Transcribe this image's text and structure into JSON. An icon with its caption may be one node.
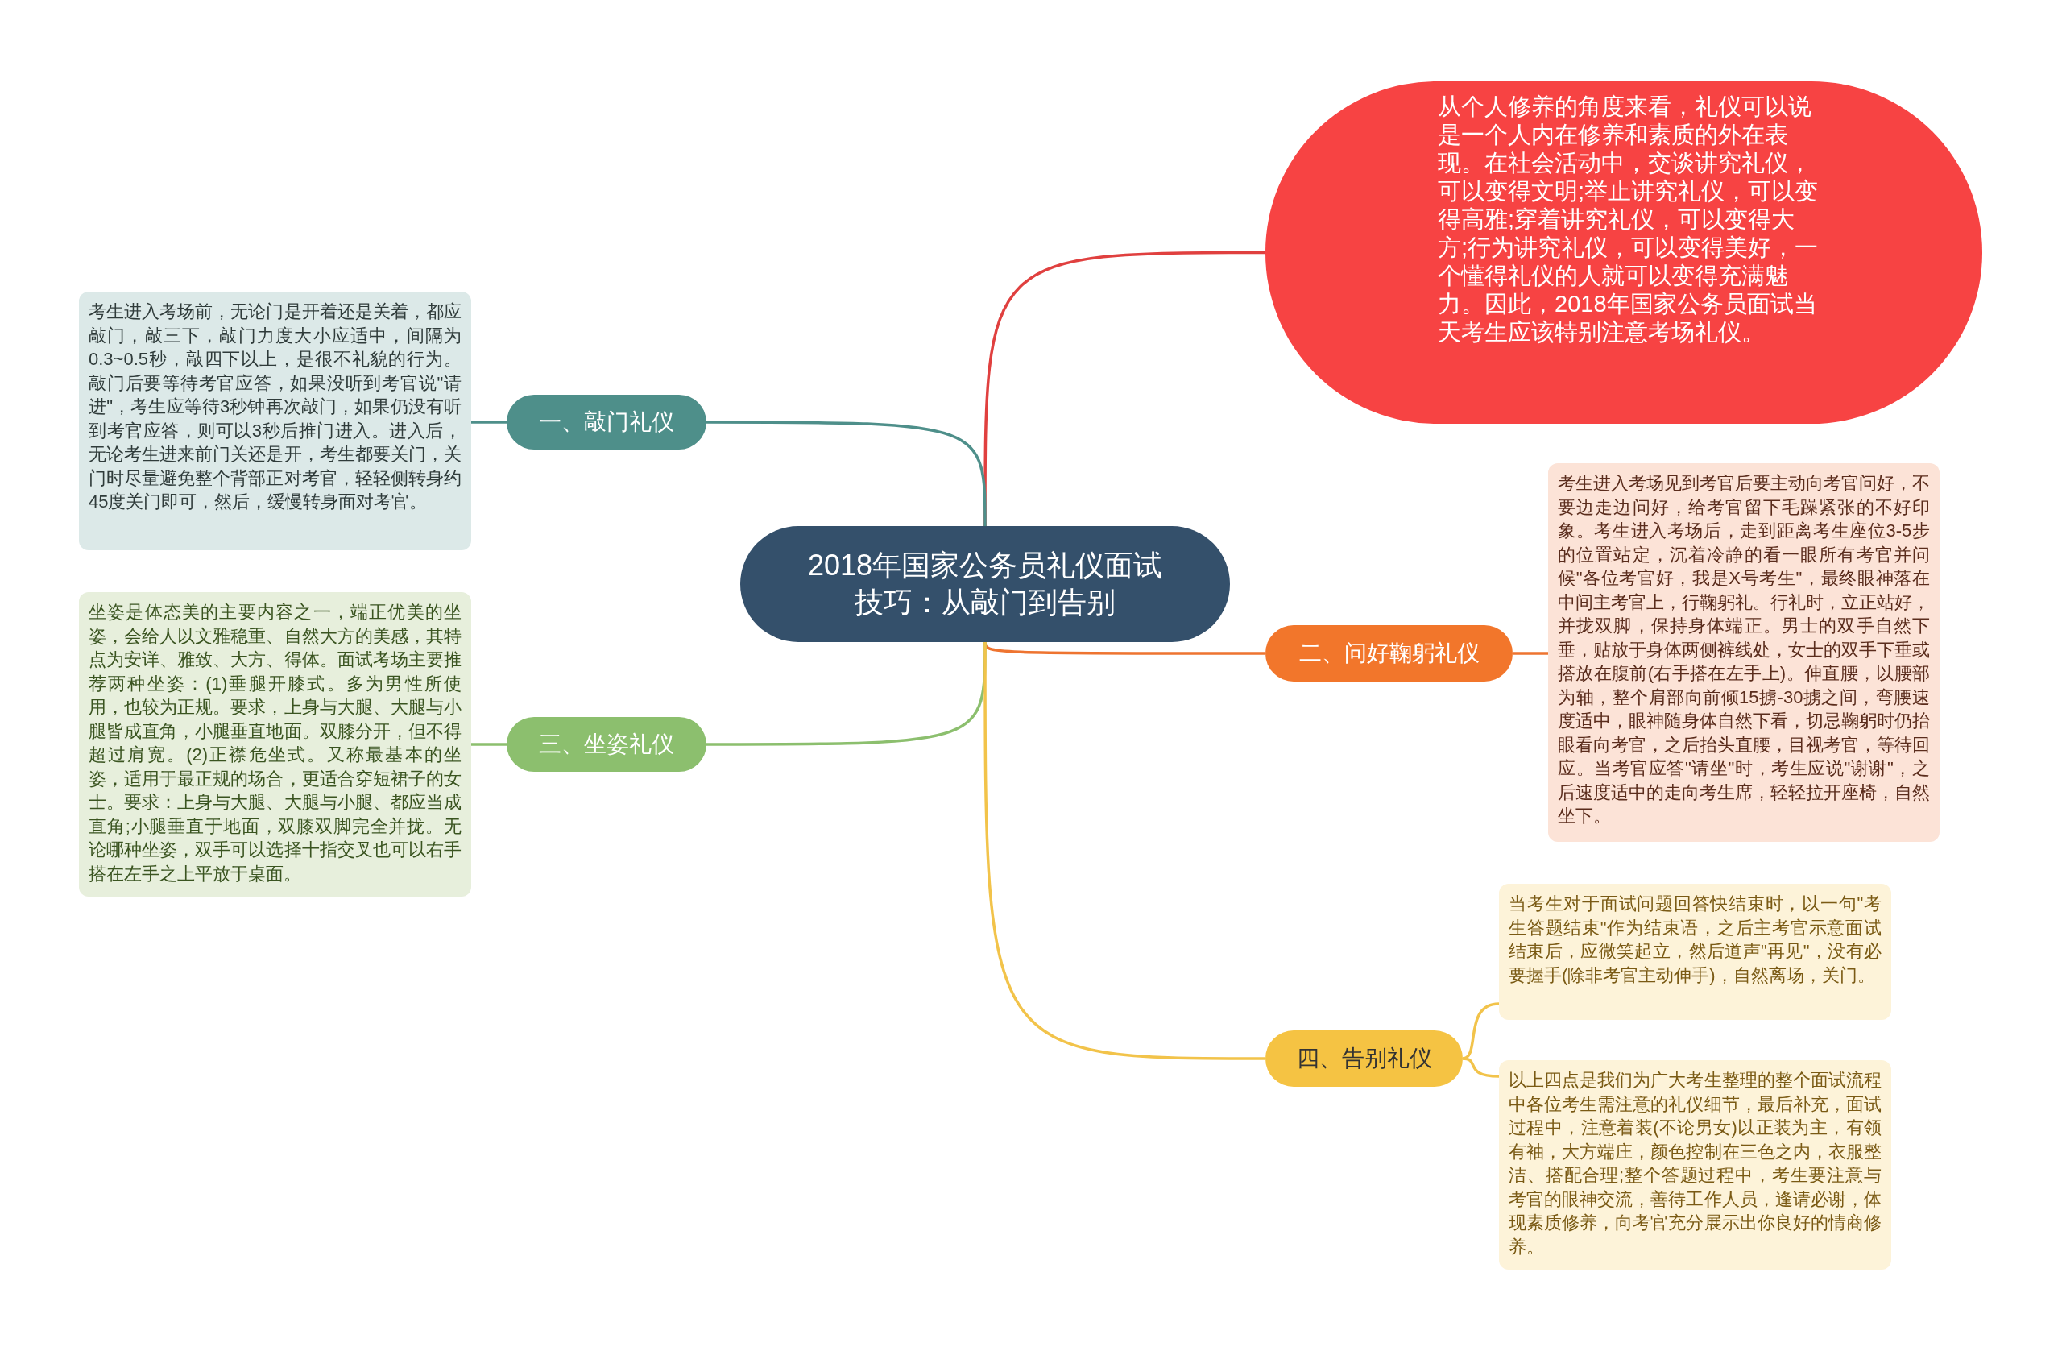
{
  "diagram": {
    "nodes": [
      {
        "text": [
          "2018年国家公务员礼仪面试技巧：从敲门到告别"
        ]
      },
      {
        "text": [
          "一、敲门礼仪"
        ]
      },
      {
        "text": [
          "考生进入考场前，无论门是开着还是关着，都应敲门，敲三下，敲门力度大小应适中，间隔为0.3~0.5秒，敲四下以上，是很不礼貌的行为。敲门后要等待考官应答，如果没听到考官说\"请进\"，考生应等待3秒钟再次敲门，如果仍没有听到考官应答，则可以3秒后推门进入。进入后，无论考生进来前门关还是开，考生都要关门，关门时尽量避免整个背部正对考官，轻轻侧转身约45度关门即可，然后，缓慢转身面对考官。"
        ]
      },
      {
        "text": [
          "三、坐姿礼仪"
        ]
      },
      {
        "text": [
          "坐姿是体态美的主要内容之一，端正优美的坐姿，会给人以文雅稳重、自然大方的美感，其特点为安详、雅致、大方、得体。面试考场主要推荐两种坐姿：(1)垂腿开膝式。多为男性所使用，也较为正规。要求，上身与大腿、大腿与小腿皆成直角，小腿垂直地面。双膝分开，但不得超过肩宽。(2)正襟危坐式。又称最基本的坐姿，适用于最正规的场合，更适合穿短裙子的女士。要求：上身与大腿、大腿与小腿、都应当成直角;小腿垂直于地面，双膝双脚完全并拢。无论哪种坐姿，双手可以选择十指交叉也可以右手搭在左手之上平放于桌面。"
        ]
      },
      {
        "text": [
          "从个人修养的角度来看，礼仪可以说是一个人内在修养和素质的外在表现。在社会活动中，交谈讲究礼仪，可以变得文明;举止讲究礼仪，可以变得高雅;穿着讲究礼仪，可以变得大方;行为讲究礼仪，可以变得美好，一个懂得礼仪的人就可以变得充满魅力。因此，2018年国家公务员面试当天考生应该特别注意考场礼仪。"
        ]
      },
      {
        "text": [
          "二、问好鞠躬礼仪"
        ]
      },
      {
        "text": [
          "考生进入考场见到考官后要主动向考官问好，不要边走边问好，给考官留下毛躁紧张的不好印象。考生进入考场后，走到距离考生座位3-5步的位置站定，沉着冷静的看一眼所有考官并问候\"各位考官好，我是X号考生\"，最终眼神落在中间主考官上，行鞠躬礼。行礼时，立正站好，并拢双脚，保持身体端正。男士的双手自然下垂，贴放于身体两侧裤线处，女士的双手下垂或搭放在腹前(右手搭在左手上)。伸直腰，以腰部为轴，整个肩部向前倾15掳-30掳之间，弯腰速度适中，眼神随身体自然下看，切忌鞠躬时仍抬眼看向考官，之后抬头直腰，目视考官，等待回应。当考官应答\"请坐\"时，考生应说\"谢谢\"，之后速度适中的走向考生席，轻轻拉开座椅，自然坐下。"
        ]
      },
      {
        "text": [
          "四、告别礼仪"
        ]
      },
      {
        "text": [
          "当考生对于面试问题回答快结束时，以一句\"考生答题结束\"作为结束语，之后主考官示意面试结束后，应微笑起立，然后道声\"再见\"，没有必要握手(除非考官主动伸手)，自然离场，关门。"
        ]
      },
      {
        "text": [
          "以上四点是我们为广大考生整理的整个面试流程中各位考生需注意的礼仪细节，最后补充，面试过程中，注意着装(不论男女)以正装为主，有领有袖，大方端庄，颜色控制在三色之内，衣服整洁、搭配合理;整个答题过程中，考生要注意与考官的眼神交流，善待工作人员，逢请必谢，体现素质修养，向考官充分展示出你良好的情商修养。"
        ]
      }
    ],
    "edges": [
      {
        "from": 0,
        "to": 5,
        "arrow": "none",
        "color": "#e0403f"
      },
      {
        "from": 0,
        "to": 1,
        "arrow": "none",
        "color": "#4e8f8a"
      },
      {
        "from": 1,
        "to": 2,
        "arrow": "none",
        "color": "#4e8f8a"
      },
      {
        "from": 0,
        "to": 6,
        "arrow": "none",
        "color": "#ee7430"
      },
      {
        "from": 6,
        "to": 7,
        "arrow": "none",
        "color": "#ee7430"
      },
      {
        "from": 0,
        "to": 3,
        "arrow": "none",
        "color": "#8cbf6e"
      },
      {
        "from": 3,
        "to": 4,
        "arrow": "none",
        "color": "#8cbf6e"
      },
      {
        "from": 0,
        "to": 8,
        "arrow": "none",
        "color": "#f2c34a"
      },
      {
        "from": 8,
        "to": 9,
        "arrow": "none",
        "color": "#f2c34a"
      },
      {
        "from": 8,
        "to": 10,
        "arrow": "none",
        "color": "#f2c34a"
      }
    ]
  }
}
